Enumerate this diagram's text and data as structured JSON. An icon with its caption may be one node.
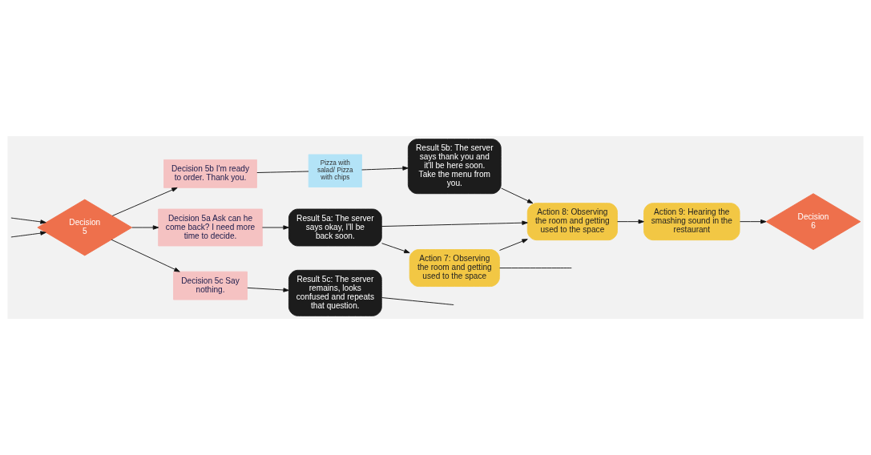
{
  "diagram": {
    "nodes": [
      {
        "text": [
          "Action 7: Observing the room and getting used to the space"
        ]
      },
      {
        "text": [
          "Decision 5a Ask can he come back? I need more time to decide."
        ]
      },
      {
        "text": [
          "Result 5a: The server says okay, I'll be back soon."
        ]
      },
      {
        "text": [
          "Action 9: Hearing the smashing sound in the restaurant"
        ]
      },
      {
        "text": [
          "Decision 5"
        ]
      },
      {
        "text": [
          "Decision 5b I'm ready to order. Thank you."
        ]
      },
      {
        "text": [
          "Pizza with salad/ Pizza with chips"
        ]
      },
      {
        "text": [
          "Result 5b: The server says thank you and it'll be here soon. Take the menu from you."
        ]
      },
      {
        "text": [
          "Action 8: Observing the room and getting used to the space"
        ]
      },
      {
        "text": [
          "Decision 6"
        ]
      },
      {
        "text": [
          "Decision 5c Say nothing."
        ]
      },
      {
        "text": [
          "Result 5c: The server remains, looks confused and repeats that question."
        ]
      }
    ],
    "edges": [
      {
        "from": 0,
        "to": null,
        "arrow": "none"
      },
      {
        "from": null,
        "to": 4,
        "arrow": "to"
      },
      {
        "from": null,
        "to": 4,
        "arrow": "to"
      },
      {
        "from": 4,
        "to": 1,
        "arrow": "to"
      },
      {
        "from": 4,
        "to": 5,
        "arrow": "to"
      },
      {
        "from": 4,
        "to": 10,
        "arrow": "to"
      },
      {
        "from": 1,
        "to": 2,
        "arrow": "to"
      },
      {
        "from": 2,
        "to": 0,
        "arrow": "to"
      },
      {
        "from": 0,
        "to": 8,
        "arrow": "to"
      },
      {
        "from": 2,
        "to": 8,
        "arrow": "to"
      },
      {
        "from": 5,
        "to": 6,
        "arrow": "none"
      },
      {
        "from": 6,
        "to": 7,
        "arrow": "to"
      },
      {
        "from": 7,
        "to": 8,
        "arrow": "to"
      },
      {
        "from": 10,
        "to": 11,
        "arrow": "to"
      },
      {
        "from": 11,
        "to": null,
        "arrow": "none"
      },
      {
        "from": 8,
        "to": 3,
        "arrow": "to"
      },
      {
        "from": 3,
        "to": 9,
        "arrow": "to"
      }
    ]
  }
}
